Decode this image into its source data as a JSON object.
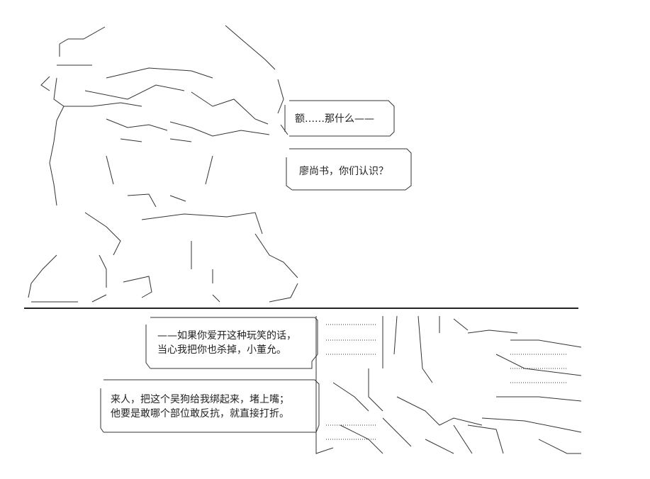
{
  "bubbles": {
    "top1": {
      "text": "额……那什么——"
    },
    "top2": {
      "text": "廖尚书，你们认识？"
    },
    "mid": {
      "lines": [
        "——如果你爱开这种玩笑的话，",
        "当心我把你也杀掉，小董允。"
      ]
    },
    "bottom": {
      "lines": [
        "来人，把这个吴狗给我绑起来，堵上嘴；",
        "他要是敢哪个部位敢反抗，就直接打折。"
      ]
    }
  },
  "colors": {
    "ink": "#222222",
    "background": "#ffffff"
  }
}
